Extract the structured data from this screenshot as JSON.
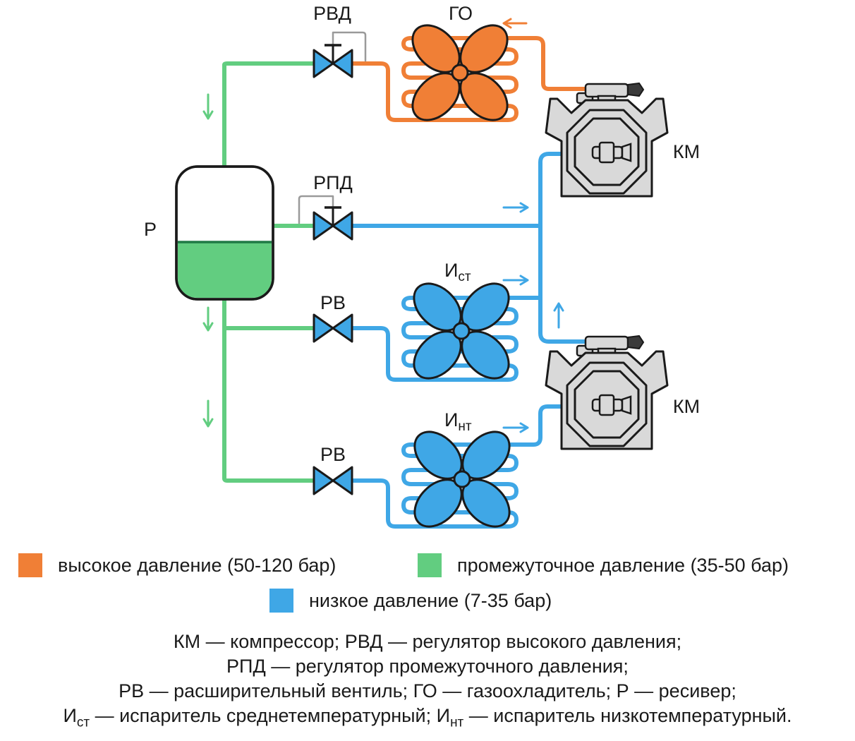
{
  "labels": {
    "rvd": "РВД",
    "go": "ГО",
    "km1": "КМ",
    "rpd": "РПД",
    "p": "Р",
    "ist_main": "И",
    "ist_sub": "ст",
    "rv1": "РВ",
    "km2": "КМ",
    "int_main": "И",
    "int_sub": "нт",
    "rv2": "РВ"
  },
  "legend": {
    "high": {
      "text": "высокое давление (50-120 бар)",
      "color": "#f07f36"
    },
    "mid": {
      "text": "промежуточное давление (35-50 бар)",
      "color": "#62cd80"
    },
    "low": {
      "text": "низкое давление (7-35 бар)",
      "color": "#3fa7e6"
    }
  },
  "notes": {
    "line1": "КМ — компрессор; РВД — регулятор высокого давления;",
    "line2": "РПД — регулятор промежуточного давления;",
    "line3": "РВ — расширительный вентиль; ГО — газоохладитель; Р — ресивер;",
    "line4_sym1": "И",
    "line4_sub1": "ст",
    "line4_text1": " — испаритель среднетемпературный; ",
    "line4_sym2": "И",
    "line4_sub2": "нт",
    "line4_text2": " — испаритель низкотемпературный."
  },
  "colors": {
    "orange": "#f07f36",
    "green": "#62cd80",
    "blue": "#3fa7e6",
    "gray_body": "#d9d9d9",
    "outline": "#1a1a1a"
  }
}
